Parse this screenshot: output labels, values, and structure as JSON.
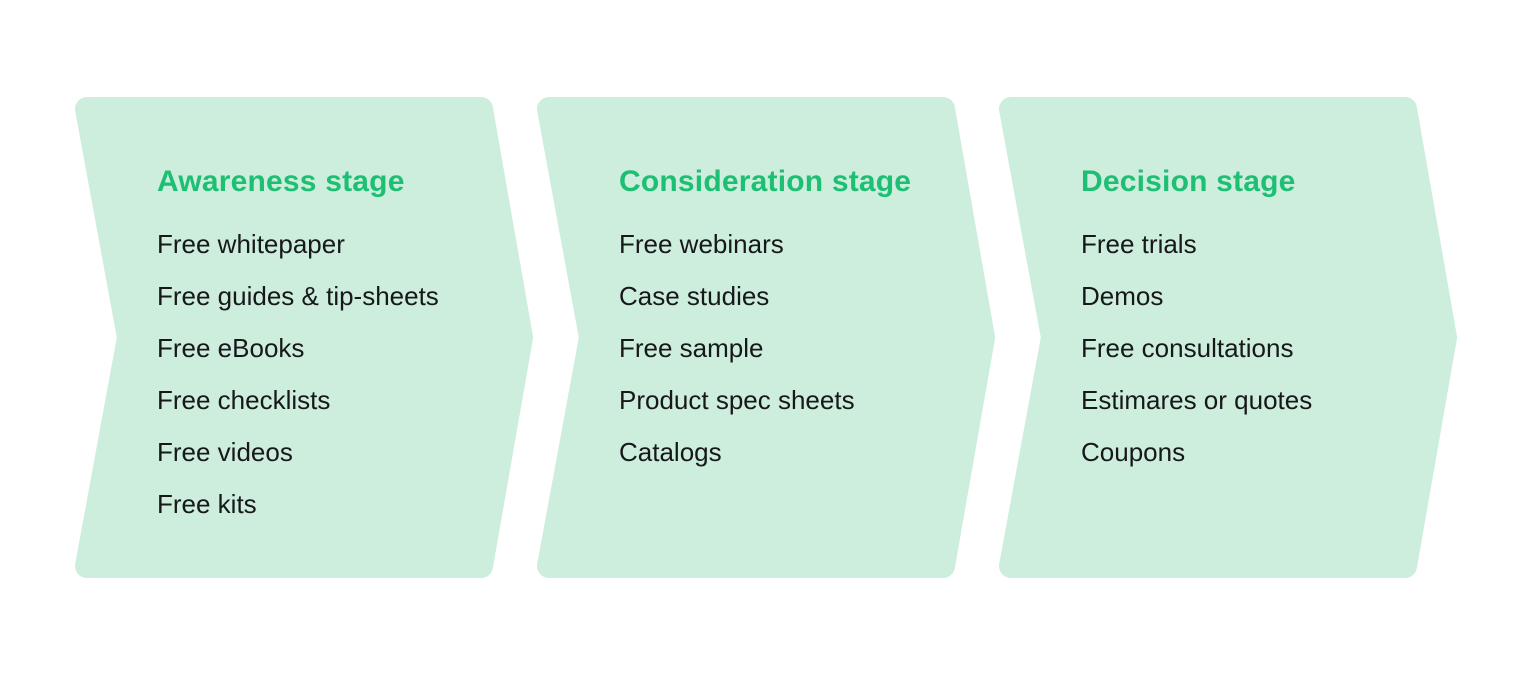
{
  "colors": {
    "background": "#ffffff",
    "panel": "#cdeddd",
    "accent": "#1dbf73",
    "text": "#17181a"
  },
  "diagram": {
    "stages": [
      {
        "title": "Awareness stage",
        "items": [
          "Free whitepaper",
          "Free guides & tip-sheets",
          "Free eBooks",
          "Free checklists",
          "Free videos",
          "Free kits"
        ]
      },
      {
        "title": "Consideration stage",
        "items": [
          "Free webinars",
          "Case studies",
          "Free sample",
          "Product spec sheets",
          "Catalogs"
        ]
      },
      {
        "title": "Decision stage",
        "items": [
          "Free trials",
          "Demos",
          "Free consultations",
          "Estimares or quotes",
          "Coupons"
        ]
      }
    ]
  }
}
